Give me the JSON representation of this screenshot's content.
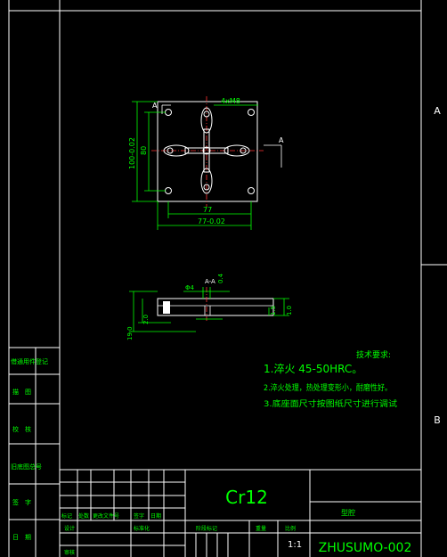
{
  "sheet": {
    "zone_labels": [
      "A",
      "B"
    ],
    "side_fields": [
      "借通用件登记",
      "描　图",
      "校　核",
      "旧底图总号",
      "签　字",
      "日　期"
    ]
  },
  "top_view": {
    "section_marker": "A",
    "dim_vertical_total": "100-0.02",
    "dim_vertical_inner": "80",
    "dim_holes": "4xM8",
    "dim_horizontal_inner": "77",
    "dim_horizontal_total": "77-0.02"
  },
  "section_view": {
    "section_label": "A-A",
    "dim_d4": "Φ4",
    "dim_04": "0.4",
    "dim_15": "1.5",
    "dim_10": "1.0",
    "dim_20": "2.0",
    "dim_190": "19.0"
  },
  "tech_notes": {
    "title": "技术要求:",
    "items": [
      "1.淬火 45-50HRC。",
      "2.淬火处理，热处理变形小，耐磨性好。",
      "3.底座面尺寸按图纸尺寸进行调试"
    ]
  },
  "title_block": {
    "material": "Cr12",
    "part_name": "型腔",
    "drawing_number": "ZHUSUMO-002",
    "scale": "1:1",
    "labels_row": [
      "标记",
      "处数",
      "更改文件号",
      "签字",
      "日期"
    ],
    "labels_lower": [
      "设计",
      "标准化"
    ],
    "labels_lower2": [
      "审核"
    ],
    "stage_labels": [
      "阶段标记",
      "重量",
      "比例"
    ]
  }
}
